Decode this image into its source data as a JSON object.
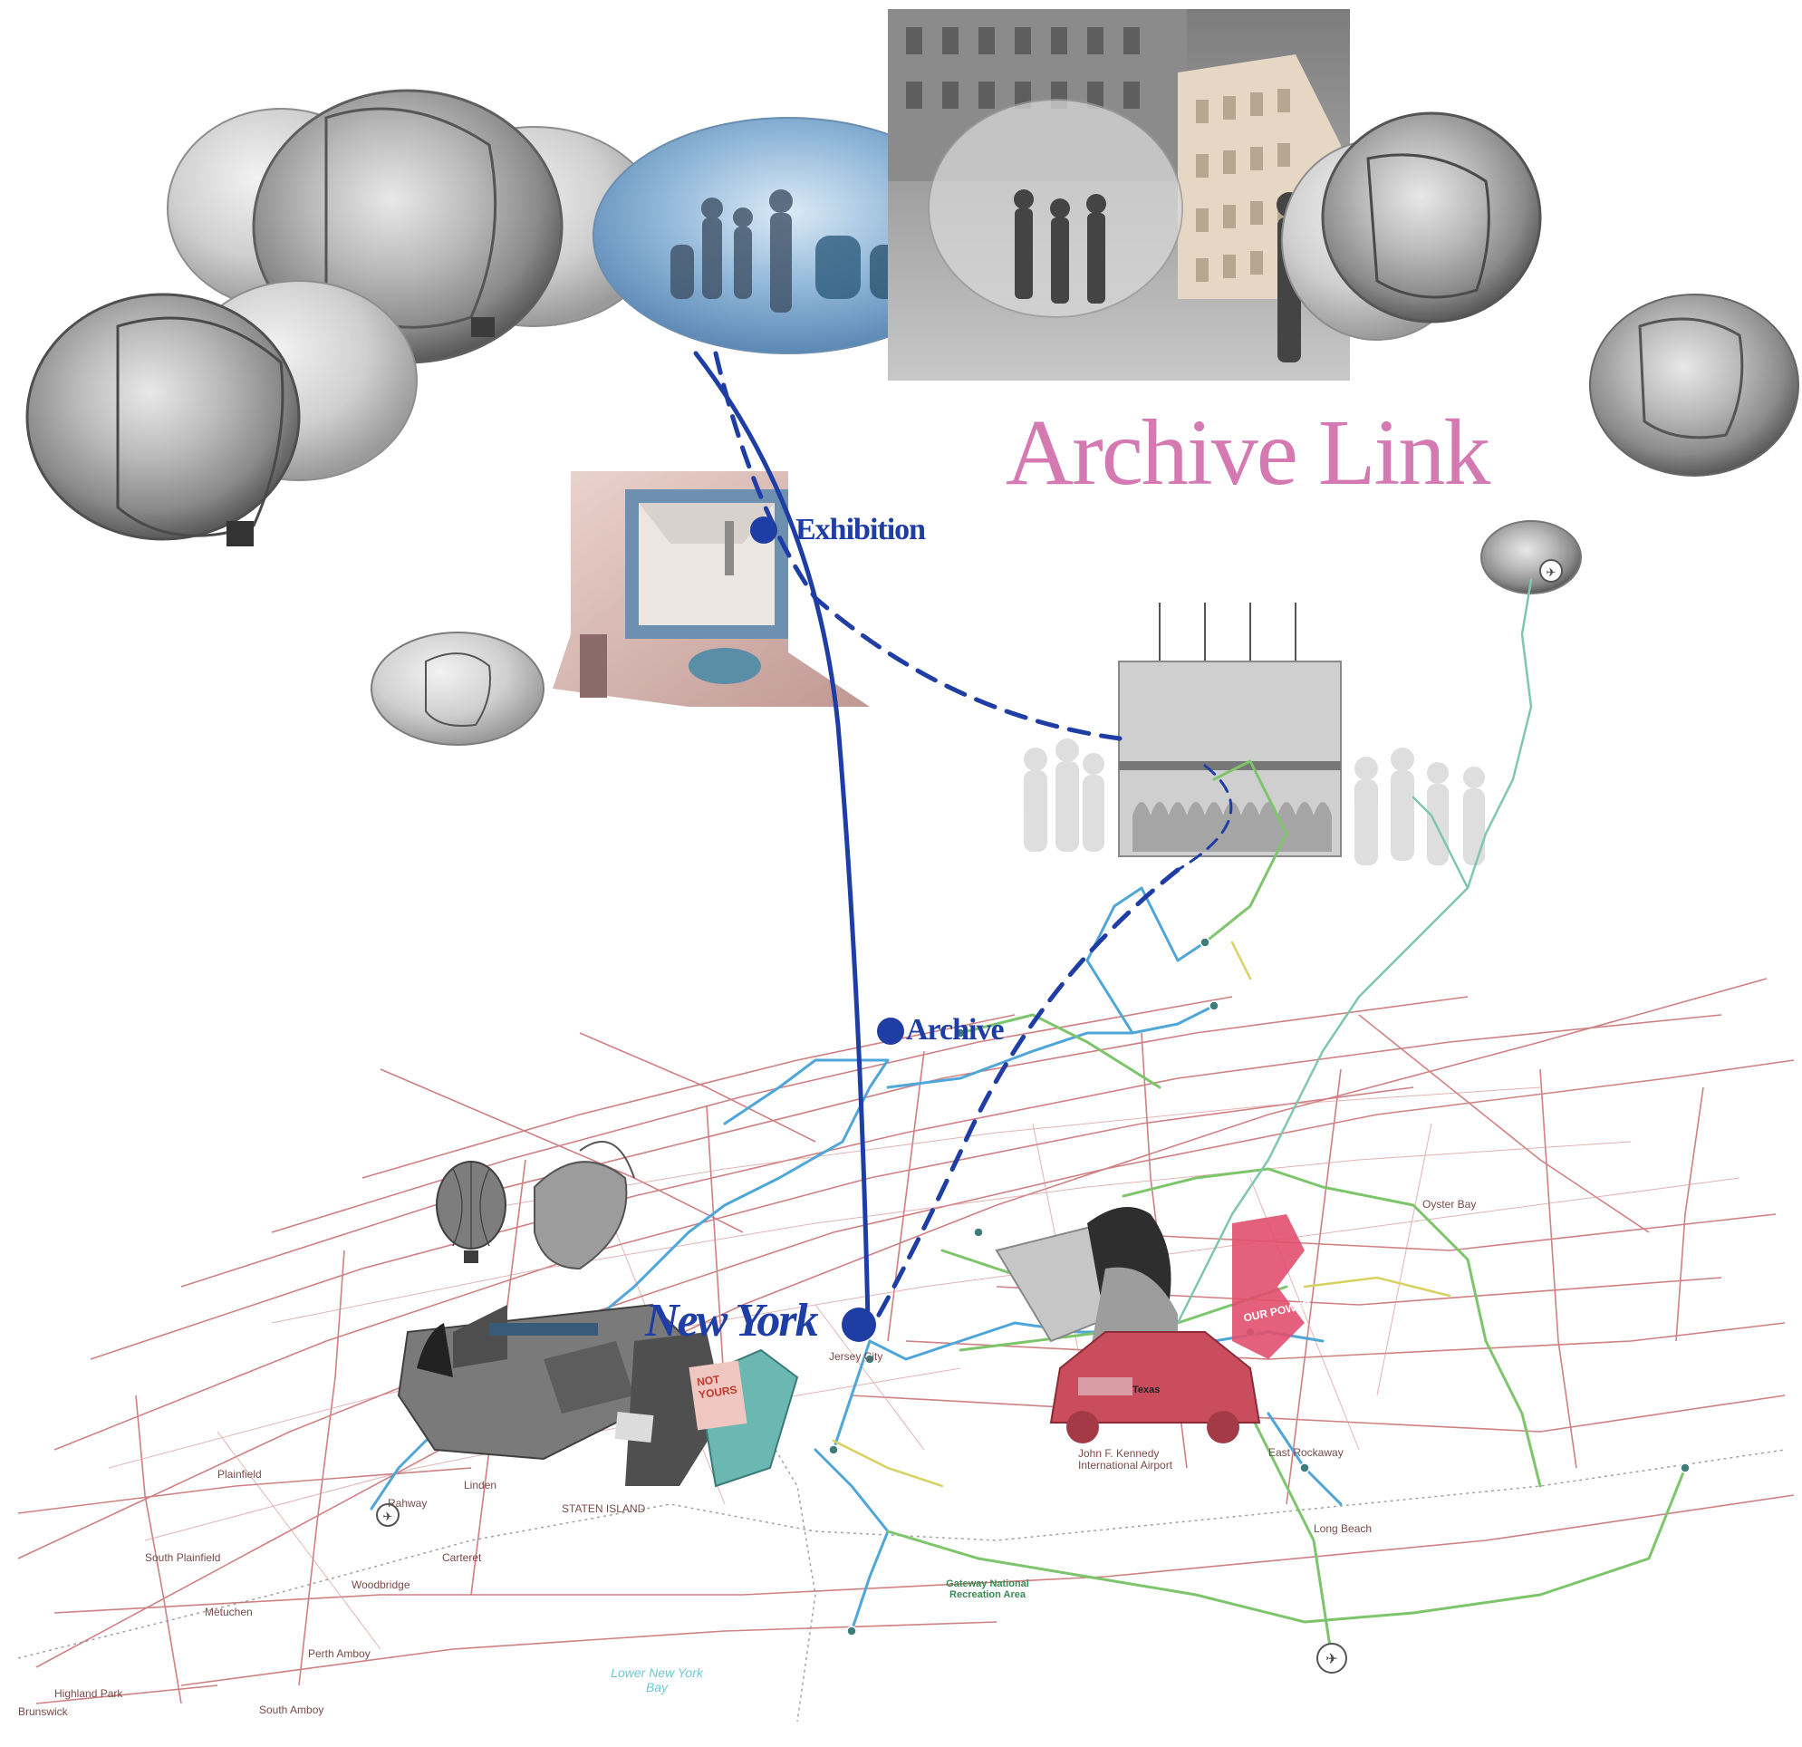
{
  "title": "Archive Link",
  "nodes": {
    "exhibition": "Exhibition",
    "archive": "Archive",
    "new_york": "New York"
  },
  "map_labels": {
    "jersey_city": "Jersey City",
    "oyster_bay": "Oyster Bay",
    "linden": "Linden",
    "rahway": "Rahway",
    "south_plainfield": "South Plainfield",
    "carteret": "Carteret",
    "woodbridge": "Woodbridge",
    "metuchen": "Metuchen",
    "perth_amboy": "Perth Amboy",
    "highland_park": "Highland Park",
    "brunswick": "Brunswick",
    "south_amboy": "South Amboy",
    "plainfield": "Plainfield",
    "jfk": "John F. Kennedy International Airport",
    "far_rockaway": "East Rockaway",
    "long_beach": "Long Beach",
    "gateway": "Gateway National Recreation Area",
    "lower_ny_bay": "Lower New York Bay",
    "staten_island": "STATEN ISLAND"
  },
  "sign_text": {
    "not_yours": "NOT YOURS",
    "texas": "Texas",
    "our_power": "OUR POWER"
  },
  "colors": {
    "title": "#d479b2",
    "link": "#1e3ea5",
    "roads": "#c0565a",
    "metro_blue": "#4fa6d8",
    "metro_green": "#7dc56b",
    "metro_yellow": "#d8d060",
    "water": "#6fc7d4"
  }
}
